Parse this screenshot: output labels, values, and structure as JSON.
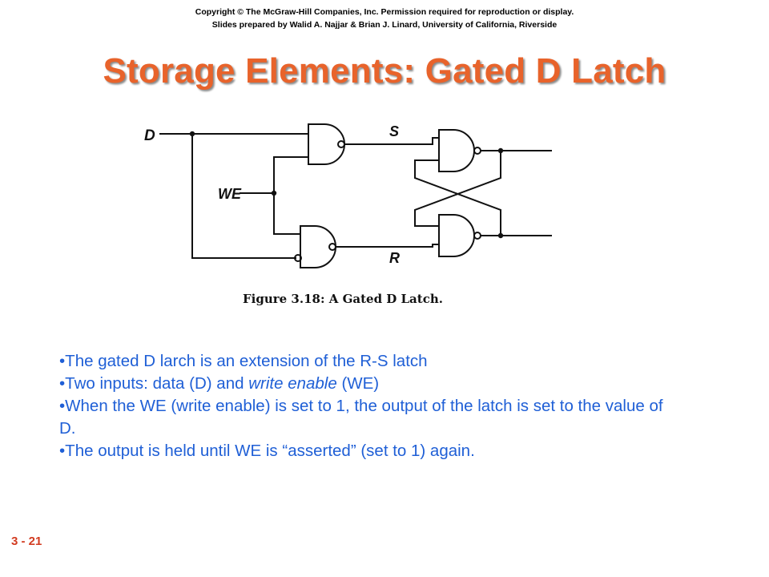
{
  "header": {
    "copyright_line1": "Copyright © The McGraw-Hill Companies, Inc. Permission required for reproduction or display.",
    "copyright_line2": "Slides prepared by Walid A. Najjar & Brian J. Linard, University of California, Riverside"
  },
  "title": "Storage Elements: Gated D Latch",
  "diagram": {
    "label_d": "D",
    "label_we": "WE",
    "label_s": "S",
    "label_r": "R",
    "caption": "Figure 3.18: A Gated D Latch."
  },
  "bullets": [
    {
      "text": "•The gated D larch is an extension of the R-S latch"
    },
    {
      "before": "•Two inputs: data (D) and ",
      "em": "write enable",
      "after": " (WE)"
    },
    {
      "text": "•When the WE (write enable) is set to 1, the output of the latch is set to the value of D."
    },
    {
      "text": "•The output is held until WE is “asserted” (set to 1) again."
    }
  ],
  "slide_number": "3 - 21"
}
